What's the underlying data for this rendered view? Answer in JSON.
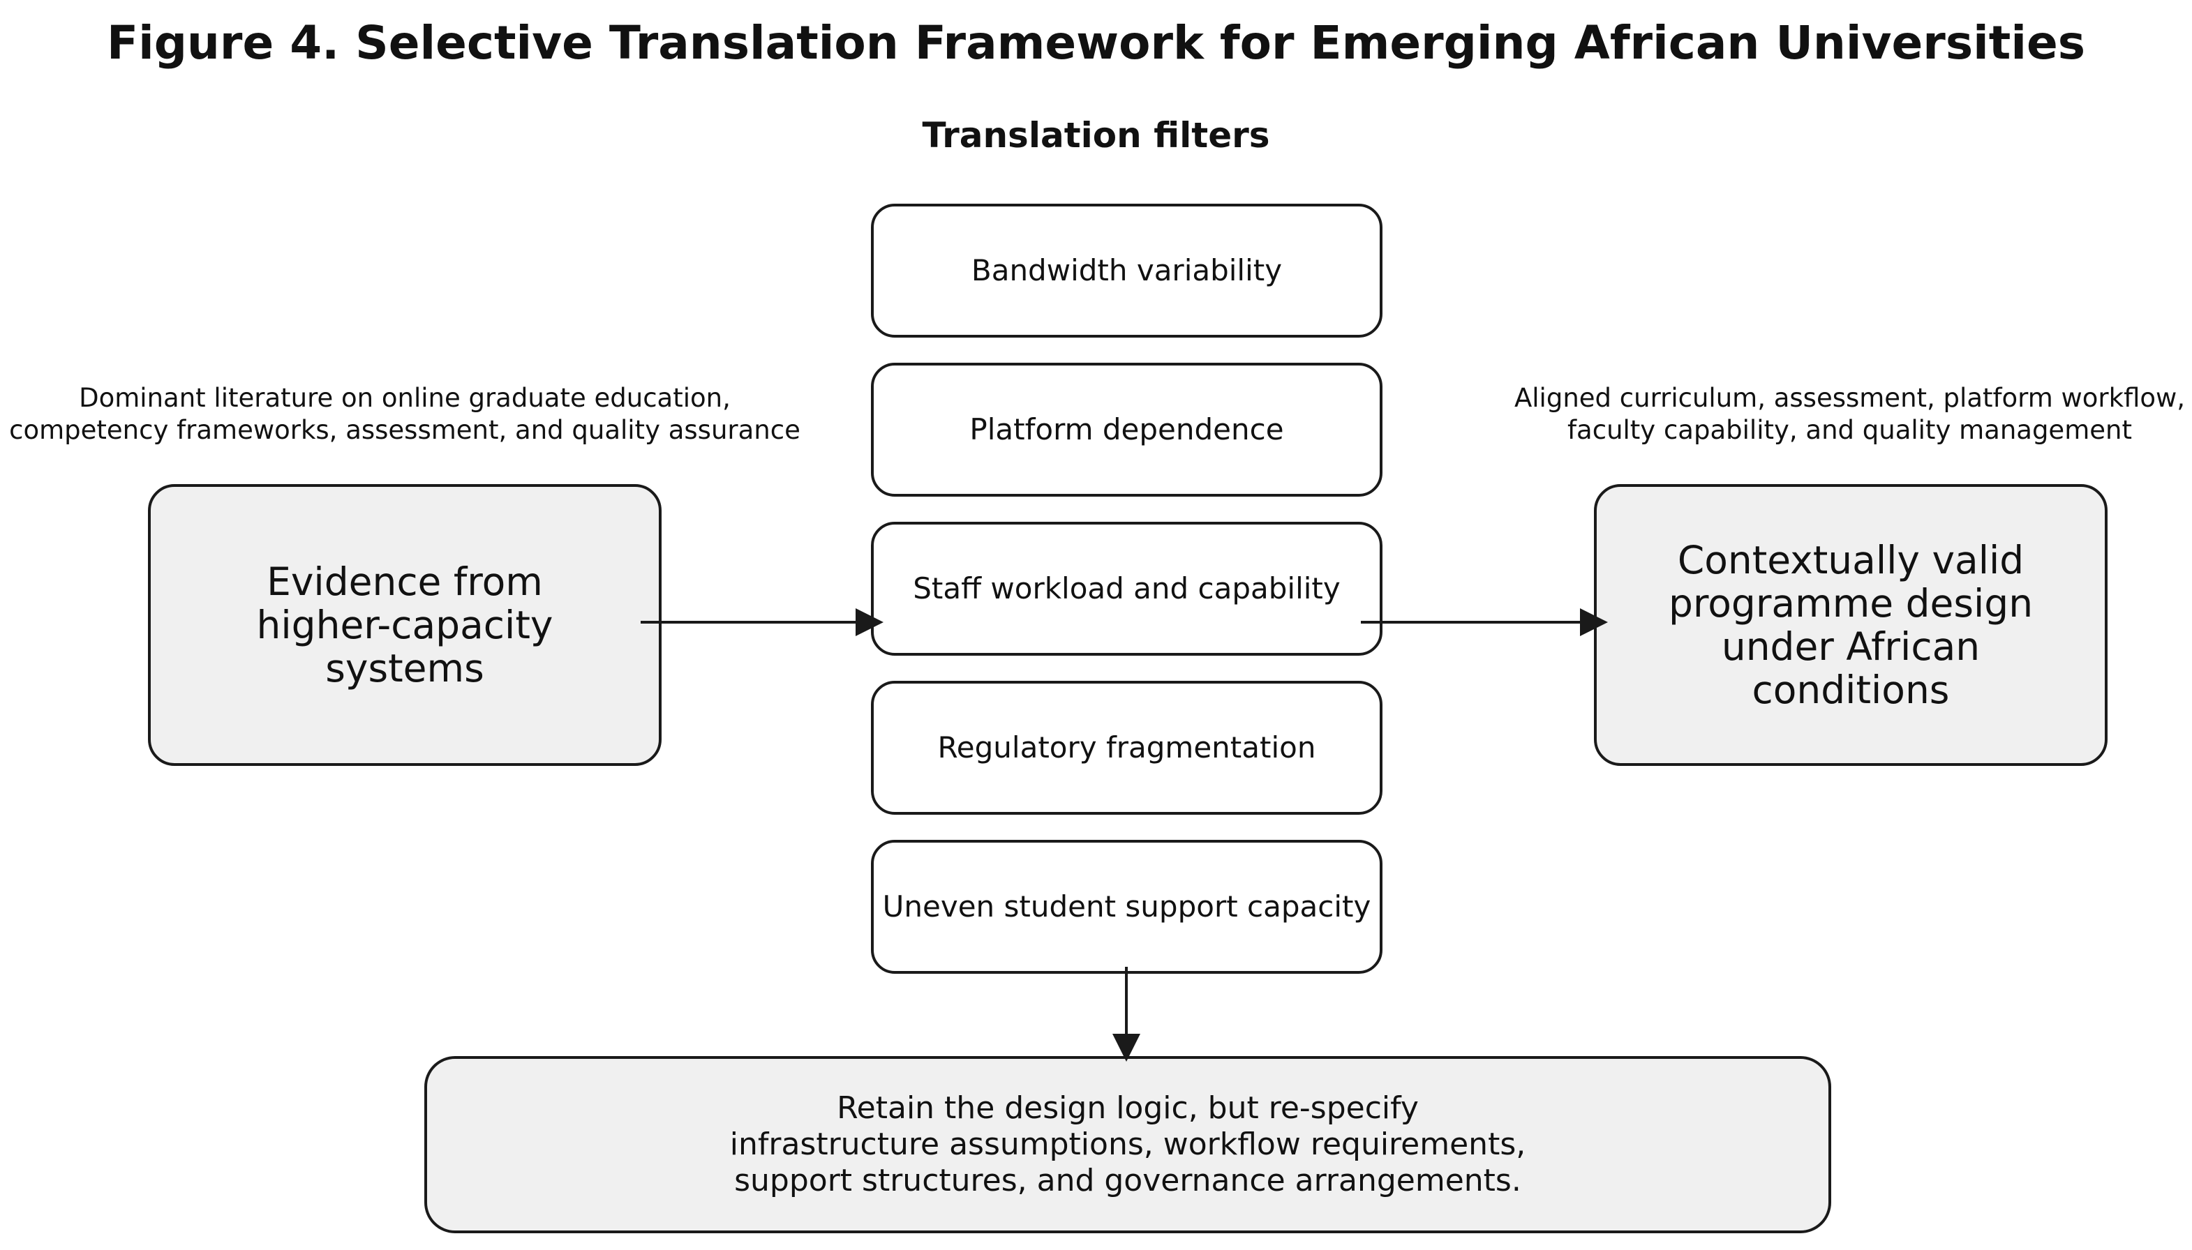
{
  "title": "Figure 4. Selective Translation Framework for Emerging African Universities",
  "subtitle": "Translation filters",
  "left_caption": {
    "line1": "Dominant literature on online graduate education,",
    "line2": "competency frameworks, assessment, and quality assurance"
  },
  "right_caption": {
    "line1": "Aligned curriculum, assessment, platform workflow,",
    "line2": "faculty capability, and quality management"
  },
  "left_box": "Evidence from\nhigher-capacity\nsystems",
  "right_box": "Contextually valid\nprogramme design\nunder African\nconditions",
  "filters": [
    "Bandwidth variability",
    "Platform dependence",
    "Staff workload and capability",
    "Regulatory fragmentation",
    "Uneven student support capacity"
  ],
  "bottom_box": "Retain the design logic, but re-specify\ninfrastructure assumptions, workflow requirements,\nsupport structures, and governance arrangements.",
  "colors": {
    "shaded_fill": "#f0f0f0",
    "border": "#1a1a1a",
    "text": "#111111"
  }
}
